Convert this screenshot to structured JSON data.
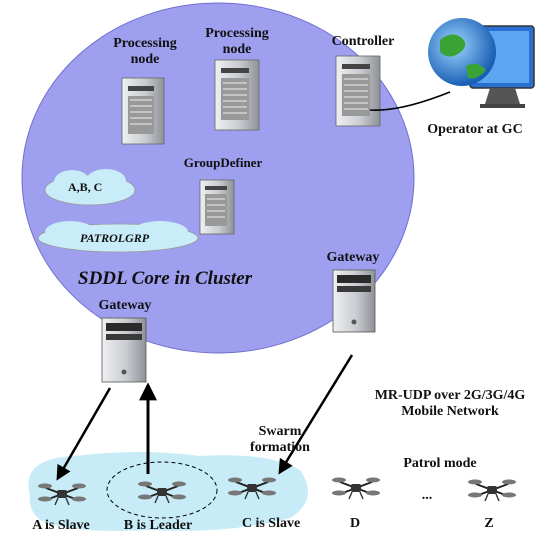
{
  "cluster": {
    "core_label": "SDDL Core in Cluster",
    "nodes": {
      "processing_1": "Processing node",
      "processing_2": "Processing node",
      "controller": "Controller",
      "group_definer": "GroupDefiner",
      "gateway_top": "Gateway",
      "gateway_left": "Gateway"
    },
    "clouds": {
      "groups": "A,B, C",
      "patrol_group": "PATROLGRP"
    }
  },
  "operator": {
    "label": "Operator at GC"
  },
  "network": {
    "label_line1": "MR-UDP over 2G/3G/4G",
    "label_line2": "Mobile Network"
  },
  "swarm": {
    "label_line1": "Swarm",
    "label_line2": "formation"
  },
  "patrol": {
    "label": "Patrol mode",
    "ellipsis": "..."
  },
  "drones": [
    {
      "id": "A",
      "label": "A is Slave"
    },
    {
      "id": "B",
      "label": "B is Leader"
    },
    {
      "id": "C",
      "label": "C is Slave"
    },
    {
      "id": "D",
      "label": "D"
    },
    {
      "id": "Z",
      "label": "Z"
    }
  ],
  "colors": {
    "cluster_fill": "#9f9ff0",
    "swarm_fill": "#c7ecf8",
    "cloud_fill": "#c8ecf8",
    "server_body": "#cfd2d6",
    "server_dark": "#2a2a2a"
  }
}
